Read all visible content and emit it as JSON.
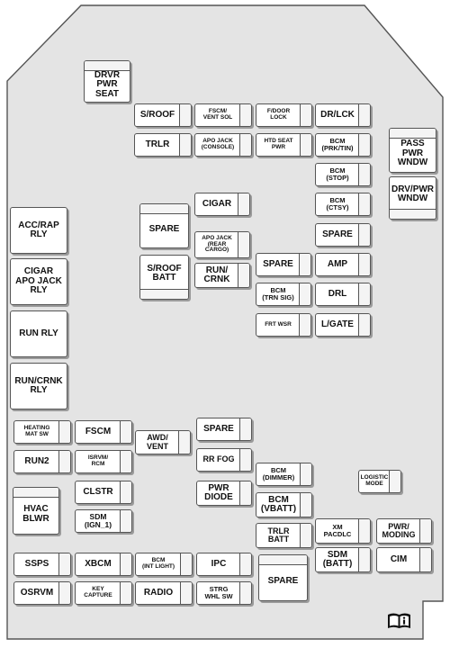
{
  "fuses": {
    "drvr_pwr_seat": "DRVR\nPWR\nSEAT",
    "s_roof": "S/ROOF",
    "fscm_vent_sol": "FSCM/\nVENT SOL",
    "f_door_lock": "F/DOOR\nLOCK",
    "dr_lck": "DR/LCK",
    "trlr": "TRLR",
    "apo_jack_console": "APO JACK\n(CONSOLE)",
    "htd_seat_pwr": "HTD SEAT\nPWR",
    "bcm_prk_tin": "BCM\n(PRK/TIN)",
    "bcm_stop": "BCM\n(STOP)",
    "bcm_ctsy": "BCM\n(CTSY)",
    "pass_pwr_wndw": "PASS\nPWR\nWNDW",
    "drv_pwr_wndw": "DRV/PWR\nWNDW",
    "cigar": "CIGAR",
    "spare_left": "SPARE",
    "spare_right": "SPARE",
    "apo_jack_rear_cargo": "APO JACK\n(REAR\nCARGO)",
    "spare_mid": "SPARE",
    "amp": "AMP",
    "s_roof_batt": "S/ROOF\nBATT",
    "run_crnk": "RUN/\nCRNK",
    "bcm_trn_sig": "BCM\n(TRN SIG)",
    "drl": "DRL",
    "frt_wsr": "FRT WSR",
    "l_gate": "L/GATE",
    "acc_rap_rly": "ACC/RAP\nRLY",
    "cigar_apo_jack_rly": "CIGAR\nAPO JACK\nRLY",
    "run_rly": "RUN RLY",
    "run_crnk_rly": "RUN/CRNK\nRLY",
    "heating_mat_sw": "HEATING\nMAT SW",
    "fscm": "FSCM",
    "awd_vent": "AWD/\nVENT",
    "spare_center": "SPARE",
    "run2": "RUN2",
    "isrvm_rcm": "ISRVM/\nRCM",
    "rr_fog": "RR FOG",
    "bcm_dimmer": "BCM\n(DIMMER)",
    "logistic_mode": "LOGISTIC\nMODE",
    "clstr": "CLSTR",
    "pwr_diode": "PWR\nDIODE",
    "bcm_vbatt": "BCM\n(VBATT)",
    "hvac_blwr": "HVAC\nBLWR",
    "sdm_ign1": "SDM\n(IGN_1)",
    "trlr_batt": "TRLR\nBATT",
    "xm_pacdlc": "XM\nPACDLC",
    "pwr_moding": "PWR/\nMODING",
    "sdm_batt": "SDM\n(BATT)",
    "cim": "CIM",
    "ssps": "SSPS",
    "xbcm": "XBCM",
    "bcm_int_light": "BCM\n(INT LIGHT)",
    "ipc": "IPC",
    "spare_bottom": "SPARE",
    "osrvm": "OSRVM",
    "key_capture": "KEY\nCAPTURE",
    "radio": "RADIO",
    "strg_whl_sw": "STRG\nWHL SW"
  },
  "icons": {
    "manual": "book-info-icon"
  },
  "colors": {
    "panel_fill": "#e4e4e4",
    "outline": "#555555",
    "box_fill": "#ffffff"
  }
}
